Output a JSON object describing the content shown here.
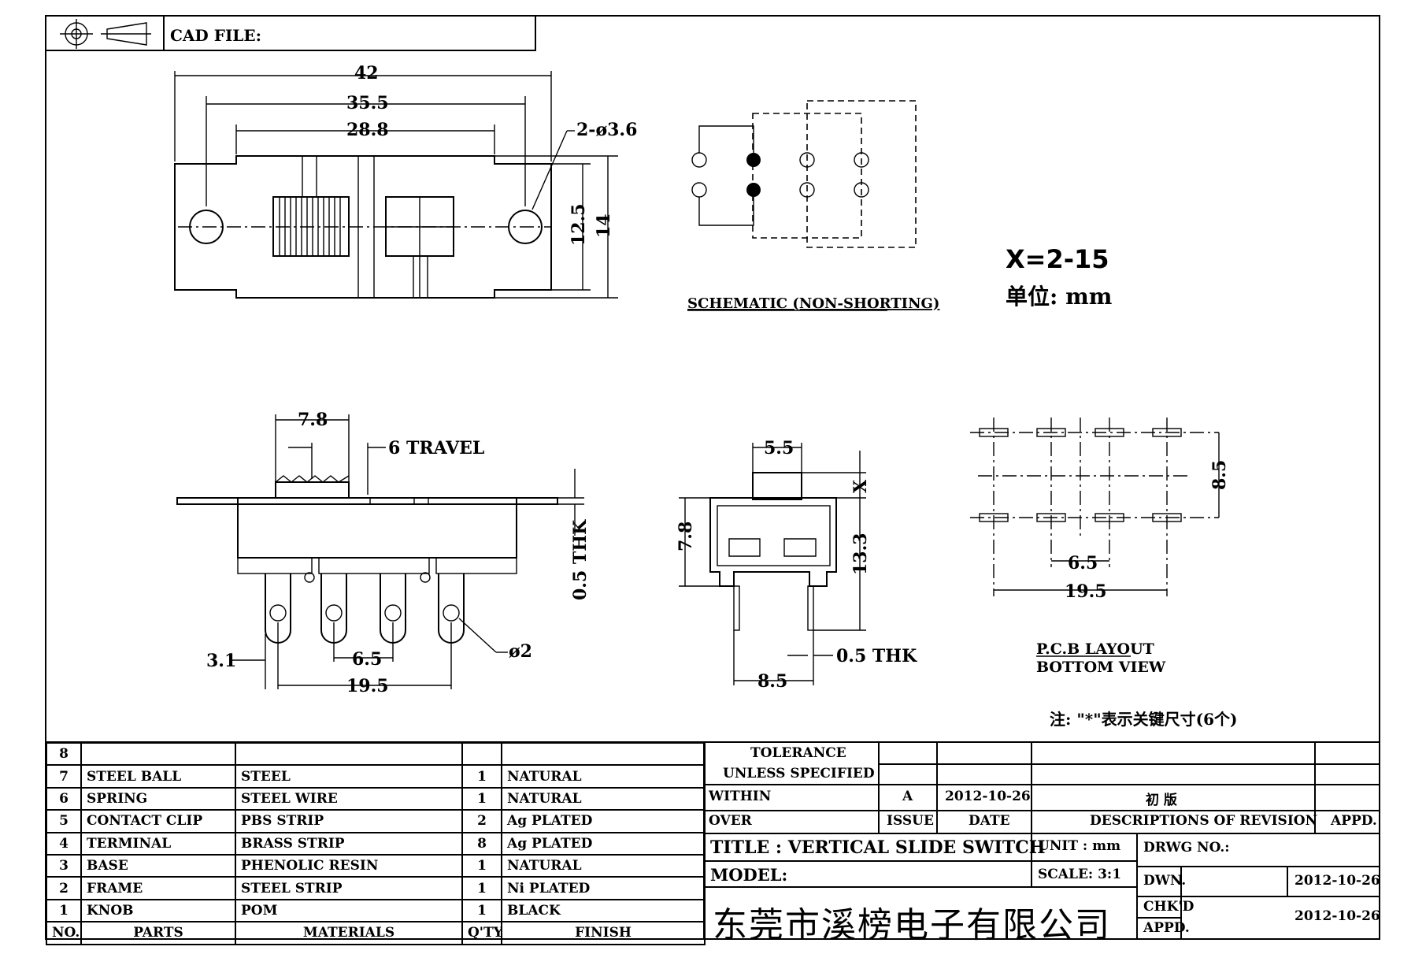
{
  "header": {
    "cad_file_label": "CAD FILE:"
  },
  "top_view": {
    "dims": {
      "overall": "42",
      "hole_pitch": "35.5",
      "body": "28.8",
      "holes": "2-ø3.6",
      "height_inner": "12.5",
      "height_outer": "14"
    }
  },
  "schematic": {
    "caption": "SCHEMATIC (NON-SHORTING)"
  },
  "notes": {
    "x_range": "X=2-15",
    "unit": "单位: mm",
    "footnote": "注: \"*\"表示关键尺寸(6个)"
  },
  "side_view": {
    "dims": {
      "knob": "7.8",
      "travel": "6 TRAVEL",
      "thk": "0.5 THK",
      "edge": "3.1",
      "pitch": "6.5",
      "span": "19.5",
      "pin_hole": "ø2"
    }
  },
  "end_view": {
    "dims": {
      "knob": "5.5",
      "x": "X",
      "left_h": "7.8",
      "right_h": "13.3",
      "thk": "0.5 THK",
      "pin_span": "8.5"
    }
  },
  "pcb": {
    "caption": "P.C.B LAYOUT",
    "caption2": "BOTTOM VIEW",
    "dims": {
      "row_pitch": "8.5",
      "pitch": "6.5",
      "span": "19.5"
    }
  },
  "bom": {
    "rows": [
      {
        "no": "8",
        "part": "",
        "material": "",
        "qty": "",
        "finish": ""
      },
      {
        "no": "7",
        "part": "STEEL BALL",
        "material": "STEEL",
        "qty": "1",
        "finish": "NATURAL"
      },
      {
        "no": "6",
        "part": "SPRING",
        "material": "STEEL WIRE",
        "qty": "1",
        "finish": "NATURAL"
      },
      {
        "no": "5",
        "part": "CONTACT CLIP",
        "material": "PBS STRIP",
        "qty": "2",
        "finish": "Ag PLATED"
      },
      {
        "no": "4",
        "part": "TERMINAL",
        "material": "BRASS STRIP",
        "qty": "8",
        "finish": "Ag PLATED"
      },
      {
        "no": "3",
        "part": "BASE",
        "material": "PHENOLIC RESIN",
        "qty": "1",
        "finish": "NATURAL"
      },
      {
        "no": "2",
        "part": "FRAME",
        "material": "STEEL STRIP",
        "qty": "1",
        "finish": "Ni PLATED"
      },
      {
        "no": "1",
        "part": "KNOB",
        "material": "POM",
        "qty": "1",
        "finish": "BLACK"
      }
    ],
    "headers": {
      "no": "NO.",
      "parts": "PARTS",
      "materials": "MATERIALS",
      "qty": "Q'TY",
      "finish": "FINISH"
    }
  },
  "title_block": {
    "tolerance": "TOLERANCE",
    "unless": "UNLESS  SPECIFIED",
    "within": "WITHIN",
    "over": "OVER",
    "issue_value": "A",
    "date_value": "2012-10-26",
    "revision_desc": "初 版",
    "issue_label": "ISSUE",
    "date_label": "DATE",
    "desc_label": "DESCRIPTIONS OF REVISION",
    "appd_label": "APPD.",
    "title": "TITLE :  VERTICAL SLIDE SWITCH",
    "unit": "UNIT :  mm",
    "drwg_no": "DRWG NO.:",
    "model": "MODEL:",
    "scale": "SCALE:  3:1",
    "dwn_label": "DWN.",
    "dwn_date": "2012-10-26",
    "chkd_label": "CHK'D",
    "appd2_label": "APPD.",
    "chkd_date": "2012-10-26",
    "company": "东莞市溪榜电子有限公司"
  }
}
